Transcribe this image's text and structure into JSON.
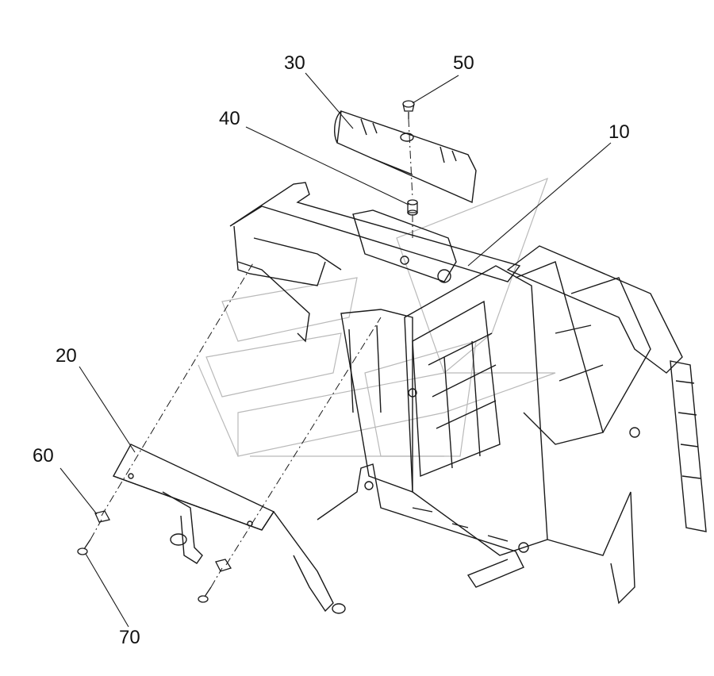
{
  "callouts": {
    "part_10": "10",
    "part_20": "20",
    "part_30": "30",
    "part_40": "40",
    "part_50": "50",
    "part_60": "60",
    "part_70": "70"
  },
  "colors": {
    "line": "#1a1a1a",
    "watermark": "#9a9a9a",
    "background": "#ffffff"
  }
}
